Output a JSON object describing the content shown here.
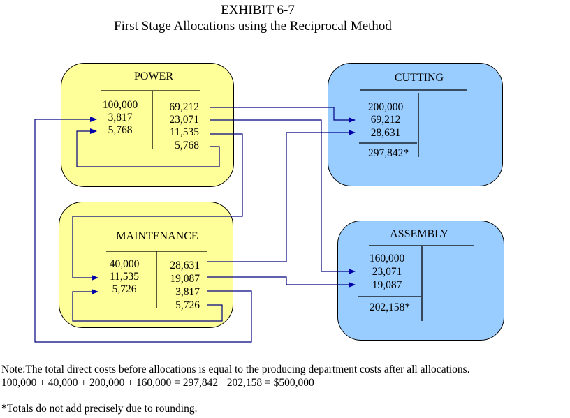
{
  "title": "EXHIBIT 6-7",
  "subtitle": "First Stage Allocations using the Reciprocal Method",
  "departments": {
    "power": {
      "name": "POWER",
      "debits": [
        "100,000",
        "3,817",
        "5,768"
      ],
      "credits": [
        "69,212",
        "23,071",
        "11,535",
        "5,768"
      ]
    },
    "maintenance": {
      "name": "MAINTENANCE",
      "debits": [
        "40,000",
        "11,535",
        "5,726"
      ],
      "credits": [
        "28,631",
        "19,087",
        "3,817",
        "5,726"
      ]
    },
    "cutting": {
      "name": "CUTTING",
      "debits": [
        "200,000",
        "69,212",
        "28,631"
      ],
      "total": "297,842*"
    },
    "assembly": {
      "name": "ASSEMBLY",
      "debits": [
        "160,000",
        "23,071",
        "19,087"
      ],
      "total": "202,158*"
    }
  },
  "notes": {
    "line1": "Note:The total direct costs before allocations is equal to the producing department costs after all allocations.",
    "line2": "100,000 + 40,000 + 200,000 + 160,000 = 297,842+ 202,158 = $500,000",
    "line3": "*Totals do not add precisely due to rounding."
  },
  "colors": {
    "support_dept": "#ffff99",
    "producing_dept": "#99ccff",
    "arrow": "#000099"
  }
}
